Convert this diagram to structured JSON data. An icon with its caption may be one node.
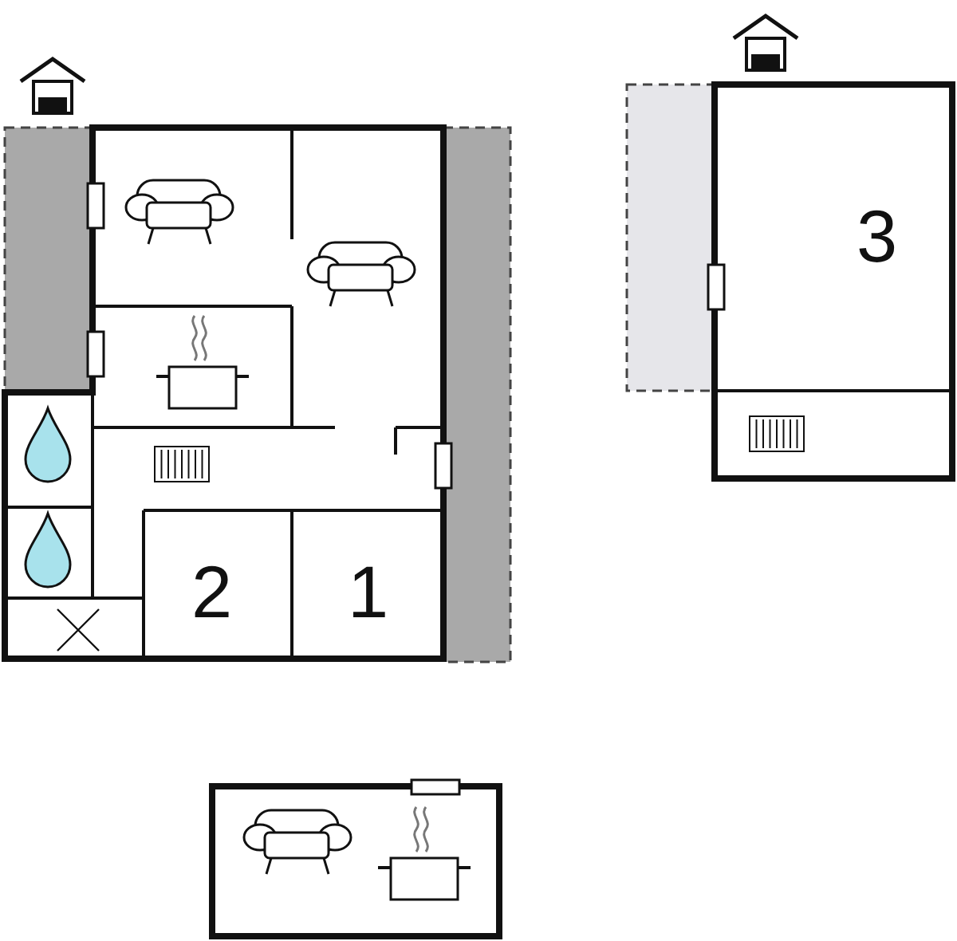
{
  "diagram": {
    "labels": [
      "3",
      "2",
      "1"
    ]
  }
}
